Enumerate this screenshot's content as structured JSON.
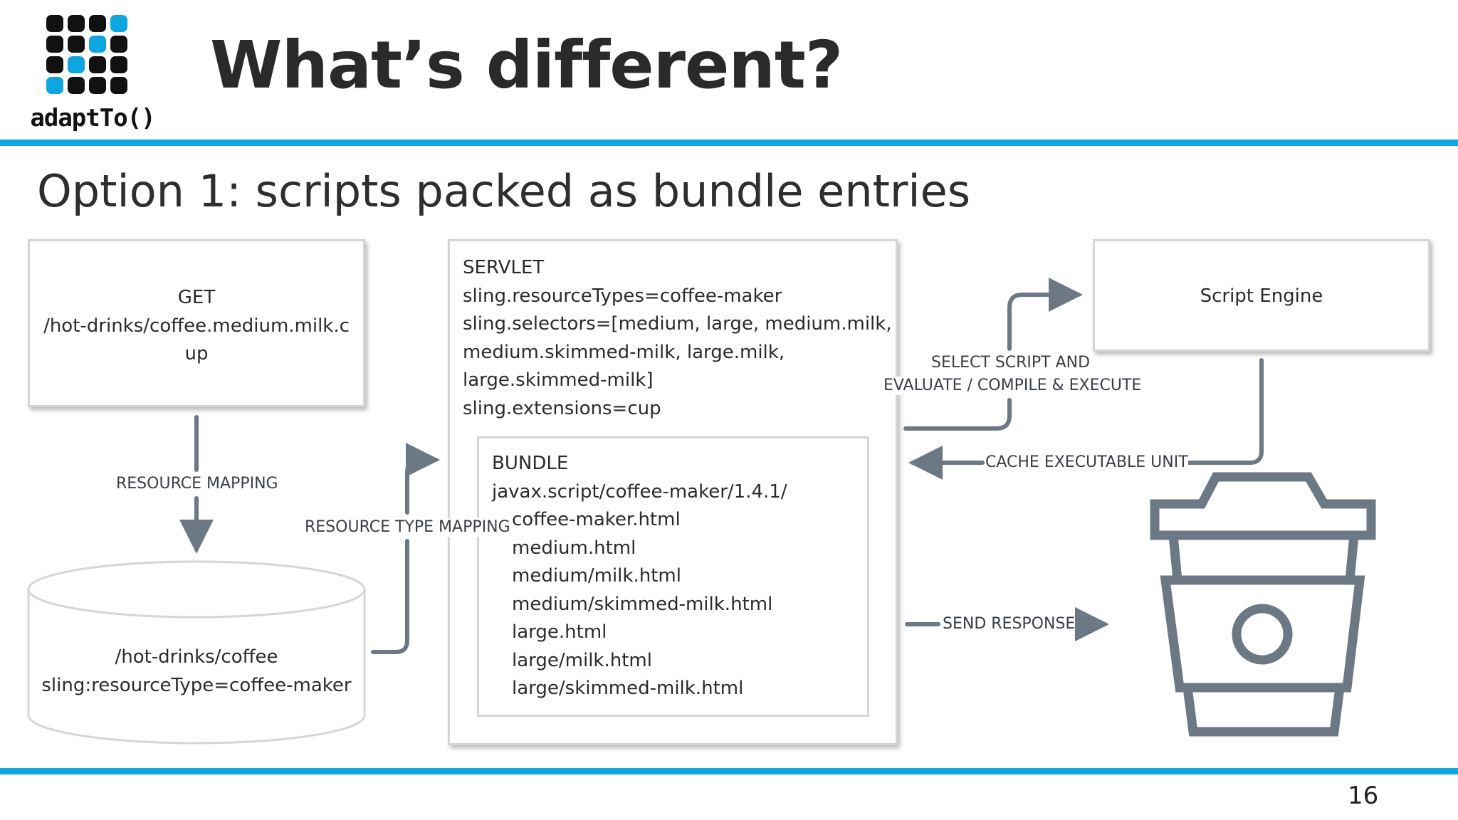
{
  "logo": {
    "text": "adaptTo()",
    "grid": [
      [
        "black",
        "black",
        "black",
        "blue"
      ],
      [
        "black",
        "black",
        "blue",
        "black"
      ],
      [
        "black",
        "blue",
        "black",
        "black"
      ],
      [
        "blue",
        "black",
        "black",
        "black"
      ]
    ]
  },
  "slide": {
    "title": "What’s different?",
    "subtitle": "Option 1: scripts packed as bundle entries",
    "page_number": "16"
  },
  "diagram": {
    "request": [
      "GET",
      "/hot-drinks/coffee.medium.milk.c",
      "up"
    ],
    "resource": [
      "/hot-drinks/coffee",
      "sling:resourceType=coffee-maker"
    ],
    "servlet": [
      "SERVLET",
      "sling.resourceTypes=coffee-maker",
      "sling.selectors=[medium, large, medium.milk,",
      "medium.skimmed-milk, large.milk,",
      "large.skimmed-milk]",
      "sling.extensions=cup"
    ],
    "bundle": {
      "header": [
        "BUNDLE",
        "javax.script/coffee-maker/1.4.1/"
      ],
      "files": [
        "coffee-maker.html",
        "medium.html",
        "medium/milk.html",
        "medium/skimmed-milk.html",
        "large.html",
        "large/milk.html",
        "large/skimmed-milk.html"
      ]
    },
    "engine": "Script Engine",
    "edges": {
      "resource_mapping": "RESOURCE MAPPING",
      "resource_type_mapping": "RESOURCE TYPE MAPPING",
      "select_script_1": "SELECT SCRIPT AND",
      "select_script_2": "EVALUATE / COMPILE & EXECUTE",
      "cache": "CACHE EXECUTABLE UNIT",
      "send_response": "SEND RESPONSE"
    },
    "icons": {
      "response": "coffee-cup-icon"
    }
  },
  "colors": {
    "accent": "#0ea5e0",
    "logo_black": "#111111",
    "logo_blue": "#0ea5e0",
    "connector": "#6d7885",
    "box_border": "#d3d6da"
  }
}
